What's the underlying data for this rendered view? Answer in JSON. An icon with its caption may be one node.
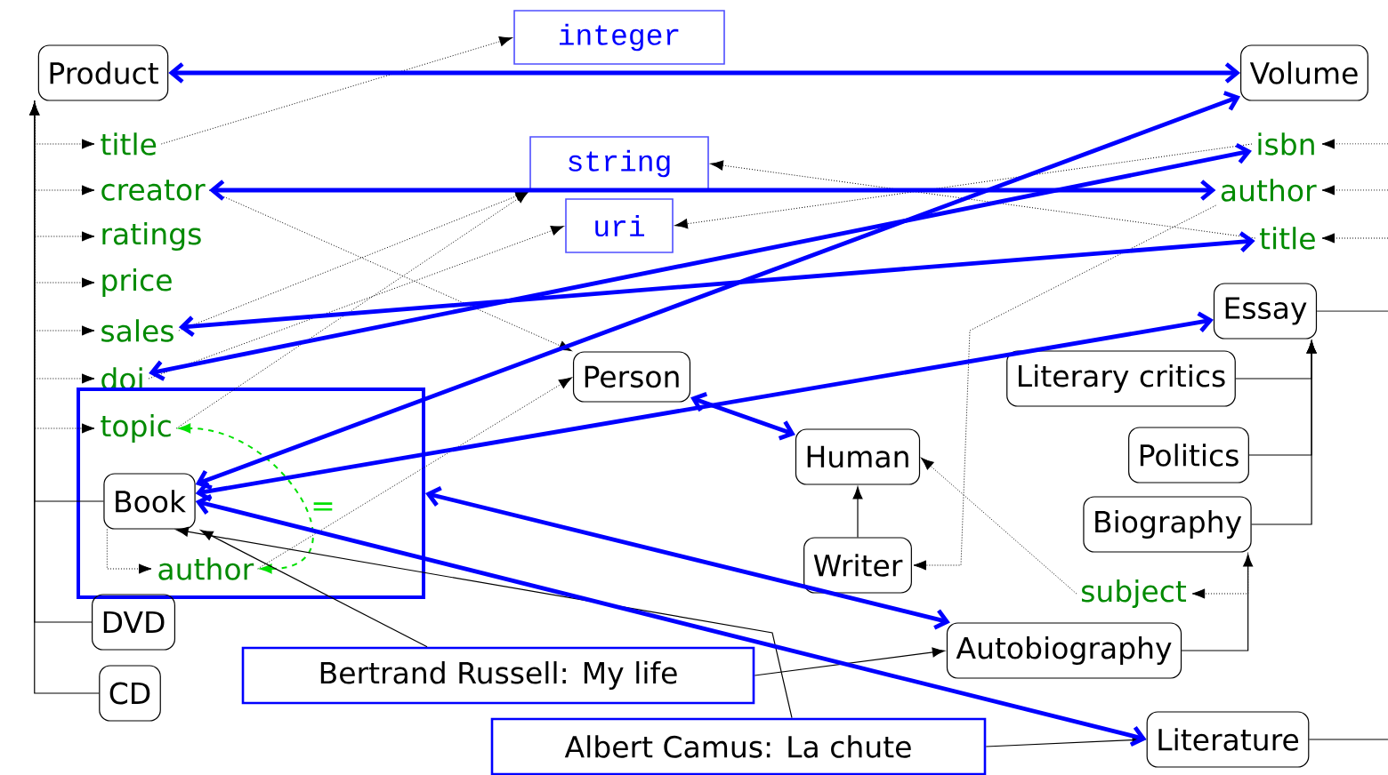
{
  "diagram": {
    "nodes": [
      {
        "text": [
          "Product"
        ]
      },
      {
        "text": [
          "title"
        ]
      },
      {
        "text": [
          "creator"
        ]
      },
      {
        "text": [
          "ratings"
        ]
      },
      {
        "text": [
          "price"
        ]
      },
      {
        "text": [
          "sales"
        ]
      },
      {
        "text": [
          "doi"
        ]
      },
      {
        "text": [],
        "shape": "box"
      },
      {
        "text": [
          "topic"
        ],
        "in": 7
      },
      {
        "text": [
          "Book"
        ],
        "in": 7
      },
      {
        "text": [
          "author"
        ],
        "in": 7
      },
      {
        "text": [
          "DVD"
        ]
      },
      {
        "text": [
          "CD"
        ]
      },
      {
        "text": [
          "integer"
        ]
      },
      {
        "text": [
          "string"
        ]
      },
      {
        "text": [
          "uri"
        ]
      },
      {
        "text": [
          "Person"
        ]
      },
      {
        "text": [
          "Human"
        ]
      },
      {
        "text": [
          "Writer"
        ]
      },
      {
        "text": [
          "Bertrand Russell: My life"
        ]
      },
      {
        "text": [
          "Albert Camus: La chute"
        ]
      },
      {
        "text": [
          "Volume"
        ]
      },
      {
        "text": [
          "isbn"
        ]
      },
      {
        "text": [
          "author"
        ]
      },
      {
        "text": [
          "title"
        ]
      },
      {
        "text": [
          "Essay"
        ]
      },
      {
        "text": [
          "Literary critics"
        ]
      },
      {
        "text": [
          "Politics"
        ]
      },
      {
        "text": [
          "Biography"
        ]
      },
      {
        "text": [
          "subject"
        ]
      },
      {
        "text": [
          "Autobiography"
        ]
      },
      {
        "text": [
          "Literature"
        ]
      }
    ],
    "edges": [
      {
        "from": 9,
        "to": 0,
        "arrow": "to"
      },
      {
        "from": 11,
        "to": 0,
        "arrow": "to"
      },
      {
        "from": 12,
        "to": 0,
        "arrow": "to"
      },
      {
        "from": 0,
        "to": 1,
        "arrow": "to",
        "style": "dashed"
      },
      {
        "from": 0,
        "to": 2,
        "arrow": "to",
        "style": "dashed"
      },
      {
        "from": 0,
        "to": 3,
        "arrow": "to",
        "style": "dashed"
      },
      {
        "from": 0,
        "to": 4,
        "arrow": "to",
        "style": "dashed"
      },
      {
        "from": 0,
        "to": 5,
        "arrow": "to",
        "style": "dashed"
      },
      {
        "from": 0,
        "to": 6,
        "arrow": "to",
        "style": "dashed"
      },
      {
        "from": 0,
        "to": 8,
        "arrow": "to",
        "style": "dashed"
      },
      {
        "from": 9,
        "to": 10,
        "arrow": "to",
        "style": "dashed"
      },
      {
        "from": 1,
        "to": 13,
        "arrow": "to",
        "style": "dashed"
      },
      {
        "from": 2,
        "to": 16,
        "arrow": "to",
        "style": "dashed"
      },
      {
        "from": 5,
        "to": 14,
        "arrow": "to",
        "style": "dashed"
      },
      {
        "from": 8,
        "to": 14,
        "arrow": "to",
        "style": "dashed"
      },
      {
        "from": 6,
        "to": 15,
        "arrow": "to",
        "style": "dashed"
      },
      {
        "from": 10,
        "to": 16,
        "arrow": "to",
        "style": "dashed"
      },
      {
        "from": 22,
        "to": 15,
        "arrow": "to",
        "style": "dashed"
      },
      {
        "from": 24,
        "to": 14,
        "arrow": "to",
        "style": "dashed"
      },
      {
        "from": 23,
        "to": 18,
        "arrow": "to",
        "style": "dashed"
      },
      {
        "from": 29,
        "to": 17,
        "arrow": "to",
        "style": "dashed"
      },
      {
        "from": 10,
        "to": 8,
        "arrow": "both",
        "style": "dashed",
        "color": "#00e000",
        "label": "="
      },
      {
        "from": 18,
        "to": 17,
        "arrow": "to"
      },
      {
        "from": 19,
        "to": 30,
        "arrow": "to"
      },
      {
        "from": 20,
        "to": 31,
        "arrow": "to"
      },
      {
        "from": 19,
        "to": 9,
        "arrow": "to"
      },
      {
        "from": 20,
        "to": 9,
        "arrow": "to"
      },
      {
        "from": 26,
        "to": 25,
        "arrow": "to"
      },
      {
        "from": 27,
        "to": 25,
        "arrow": "to"
      },
      {
        "from": 28,
        "to": 25,
        "arrow": "to"
      },
      {
        "from": 30,
        "to": 28,
        "arrow": "to"
      },
      {
        "from": 28,
        "to": 29,
        "arrow": "to",
        "style": "dashed"
      },
      {
        "from": null,
        "to": 22,
        "arrow": "to",
        "style": "dashed"
      },
      {
        "from": null,
        "to": 23,
        "arrow": "to",
        "style": "dashed"
      },
      {
        "from": null,
        "to": 24,
        "arrow": "to",
        "style": "dashed"
      },
      {
        "from": 25,
        "to": null,
        "arrow": "none"
      },
      {
        "from": 31,
        "to": null,
        "arrow": "none"
      },
      {
        "from": 0,
        "to": 21,
        "arrow": "both",
        "style": "thick",
        "color": "#0000ff"
      },
      {
        "from": 2,
        "to": 23,
        "arrow": "both",
        "style": "thick",
        "color": "#0000ff"
      },
      {
        "from": 5,
        "to": 24,
        "arrow": "both",
        "style": "thick",
        "color": "#0000ff"
      },
      {
        "from": 6,
        "to": 22,
        "arrow": "both",
        "style": "thick",
        "color": "#0000ff"
      },
      {
        "from": 9,
        "to": 21,
        "arrow": "both",
        "style": "thick",
        "color": "#0000ff"
      },
      {
        "from": 9,
        "to": 25,
        "arrow": "both",
        "style": "thick",
        "color": "#0000ff"
      },
      {
        "from": 16,
        "to": 17,
        "arrow": "both",
        "style": "thick",
        "color": "#0000ff"
      },
      {
        "from": 9,
        "to": 31,
        "arrow": "both",
        "style": "thick",
        "color": "#0000ff"
      },
      {
        "from": 7,
        "to": 30,
        "arrow": "both",
        "style": "thick",
        "color": "#0000ff"
      }
    ]
  }
}
